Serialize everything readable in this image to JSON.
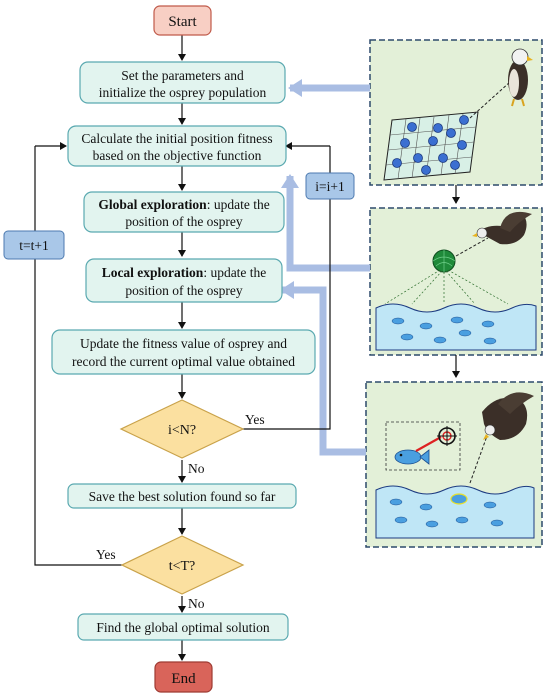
{
  "flowchart": {
    "start": "Start",
    "end": "End",
    "steps": {
      "set_params": [
        "Set the parameters and",
        "initialize the osprey population"
      ],
      "calc_fitness": [
        "Calculate the initial position fitness",
        "based on the objective function"
      ],
      "global_bold": "Global exploration",
      "global_rest": ": update the",
      "global_line2": "position of the osprey",
      "local_bold": "Local exploration",
      "local_rest": ": update the",
      "local_line2": "position of the osprey",
      "update_fitness": [
        "Update the fitness value of osprey and",
        "record the current optimal value obtained"
      ],
      "save_best": "Save the best solution found so far",
      "find_global": "Find the global optimal solution"
    },
    "decisions": {
      "inner": "i<N?",
      "outer": "t<T?"
    },
    "labels": {
      "yes": "Yes",
      "no": "No",
      "inc_i": "i=i+1",
      "inc_t": "t=t+1"
    }
  },
  "colors": {
    "terminal_start": "#f8cfc4",
    "terminal_end": "#d9645a",
    "process": "#e2f4ef",
    "process_border": "#5aa9b0",
    "decision": "#fbe0a0",
    "counter": "#a9c7e8",
    "panel": "#e3f0d8",
    "panel_border": "#2d4a6b",
    "band": "#a9bde3",
    "water": "#bfe6f6",
    "fish": "#4a9fe0"
  },
  "illustrations": {
    "panel_1": "osprey observing population grid",
    "panel_2": "osprey diving toward fish in water",
    "panel_3": "osprey catching fish with target"
  }
}
